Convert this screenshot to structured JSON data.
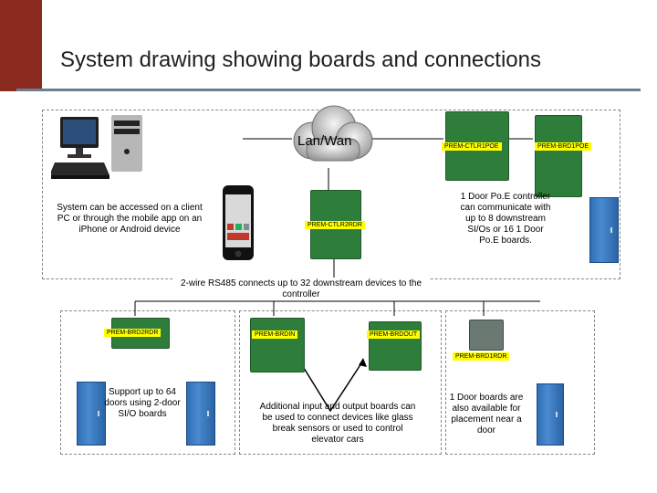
{
  "header": {
    "title": "System drawing showing boards and connections"
  },
  "cloud": {
    "label": "Lan/Wan"
  },
  "texts": {
    "access": "System can be accessed on a client PC or through the mobile app on an iPhone or Android device",
    "poe": "1 Door Po.E controller can communicate with up to 8 downstream SI/Os or 16 1 Door Po.E boards.",
    "rs485": "2-wire RS485 connects up to 32 downstream devices to the controller",
    "support": "Support up to 64 doors using 2-door SI/O boards",
    "io": "Additional input and output boards can be used to connect devices like glass break sensors or used to control elevator cars",
    "onedoor": "1 Door boards are also available for placement near a door"
  },
  "labels": {
    "ctlr1poe": "PREM-CTLR1POE",
    "brd1poe": "PREM-BRD1POE",
    "ctlr2rdr": "PREM-CTLR2RDR",
    "brd2rdr": "PREM-BRD2RDR",
    "brdin": "PREM-BRDIN",
    "brdout": "PREM-BRDOUT",
    "brd1rdr": "PREM-BRD1RDR"
  },
  "colors": {
    "header": "#6d7e8d",
    "accent": "#8b2a1f",
    "label": "#ffff00",
    "cabinet": "#2f6fb5",
    "board": "#2e7d3a"
  },
  "icons": [
    "desktop-pc-icon",
    "smartphone-icon",
    "cloud-icon"
  ]
}
